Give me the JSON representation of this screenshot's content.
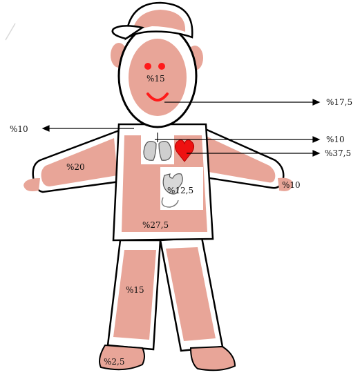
{
  "colors": {
    "skin": "#e8a598",
    "skin_light": "#efbdb2",
    "outline": "#000000",
    "shirt": "#ffffff",
    "eyes_mouth": "#ff1a1a",
    "heart": "#ee1111",
    "arrow": "#000000"
  },
  "icons": [
    "cap-icon",
    "lungs-icon",
    "heart-icon",
    "stomach-icon"
  ],
  "labels": {
    "face": "%15",
    "head_right": "%17,5",
    "left_top": "%10",
    "lungs_right": "%10",
    "heart_right": "%37,5",
    "right_arm": "%10",
    "left_arm": "%20",
    "stomach": "%12,5",
    "torso": "%27,5",
    "leg": "%15",
    "foot": "%2,5"
  }
}
